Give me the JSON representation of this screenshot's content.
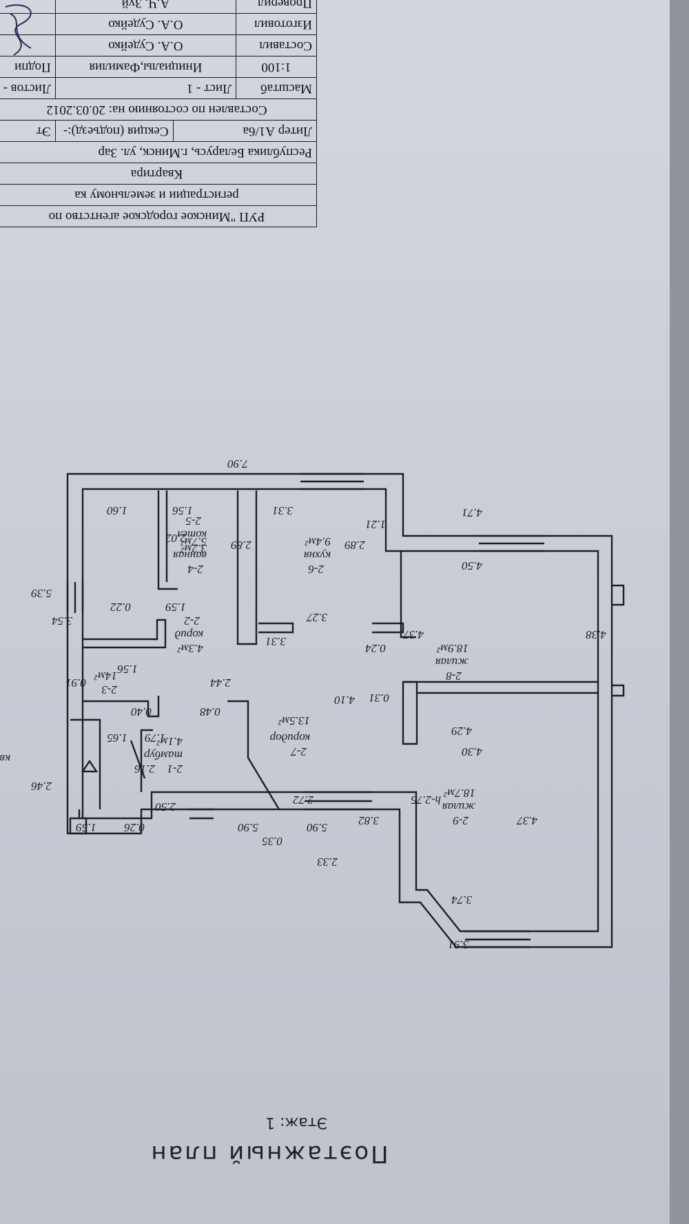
{
  "title_block": {
    "org_line1": "РУП \"Минское городское агентство по",
    "org_line2": "регистрации и земельному ка",
    "object": "Квартира",
    "address": "Республика Беларусь, г.Минск, ул. Зар",
    "liter": "Литер А1/6а",
    "section": "Секция (подъезд):-",
    "floor_short": "Эт",
    "as_of": "Составлен по состоянию на: 20.03.2012",
    "scale_label": "Масштаб",
    "sheet": "Лист -    1",
    "sheets": "Листов -",
    "scale_value": "1:100",
    "initials_header": "Инициалы,Фамилия",
    "signature_header": "Подпи",
    "compiled_label": "Составил",
    "compiled_name": "О.А. Судейко",
    "prepared_label": "Изготовил",
    "prepared_name": "О.А. Судейко",
    "checked_label": "Проверил",
    "checked_name": "А.Ч. Зуй"
  },
  "plan_title": "Поэтажный план",
  "floor_label": "Этаж: 1",
  "rooms": [
    {
      "id": "2-1",
      "name": "тамбур",
      "area": "4.1м²"
    },
    {
      "id": "2-2",
      "name": "корид",
      "area": "4.3м²"
    },
    {
      "id": "2-3",
      "name": "",
      "area": "14м²"
    },
    {
      "id": "2-4",
      "name": "ванная",
      "area": "5.7м²"
    },
    {
      "id": "2-5",
      "name": "котел",
      "area": "3.2м²"
    },
    {
      "id": "2-6",
      "name": "кухня",
      "area": "9.4м²"
    },
    {
      "id": "2-7",
      "name": "коридор",
      "area": "13.5м²"
    },
    {
      "id": "2-8",
      "name": "жилая",
      "area": "18.9м²"
    },
    {
      "id": "2-9",
      "name": "жилая",
      "area": "18.7м²"
    }
  ],
  "dimensions": {
    "d_790": "7.90",
    "d_121": "1.21",
    "d_471": "4.71",
    "d_450": "4.50",
    "d_160": "1.60",
    "d_156a": "1.56",
    "d_331a": "3.31",
    "d_289a": "2.89",
    "d_289b": "2.89",
    "d_202": "2.02",
    "d_539": "5.39",
    "d_354": "3.54",
    "d_022": "0.22",
    "d_159a": "1.59",
    "d_327": "3.27",
    "d_331b": "3.31",
    "d_024": "0.24",
    "d_437a": "4.37",
    "d_438": "4.38",
    "d_091": "0.91",
    "d_156b": "1.56",
    "d_244": "2.44",
    "d_040": "0.40",
    "d_048": "0.48",
    "d_031": "0.31",
    "d_410": "4.10",
    "d_429": "4.29",
    "d_165": "1.65",
    "d_179": "1.79",
    "d_216": "2.16",
    "d_246": "2.46",
    "d_430": "4.30",
    "d_250": "2.50",
    "d_272": "2.72",
    "d_h275": "h-2.75",
    "d_382": "3.82",
    "d_437b": "4.37",
    "d_159b": "1.59",
    "d_026": "0.26",
    "d_590a": "5.90",
    "d_590b": "5.90",
    "d_035": "0.35",
    "d_233": "2.33",
    "d_374": "3.74",
    "d_391": "3.91",
    "kv": "кв"
  }
}
